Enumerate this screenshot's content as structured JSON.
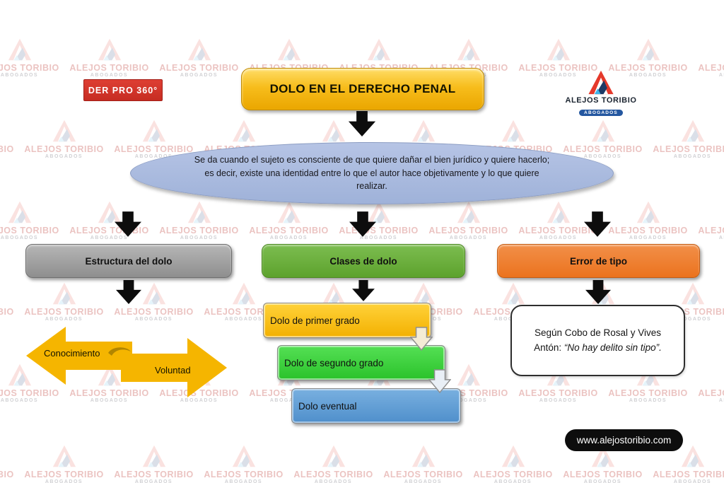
{
  "branding": {
    "der_pro_label": "DER PRO 360°",
    "logo_title": "ALEJOS TORIBIO",
    "logo_subtitle": "ABOGADOS",
    "watermark_line1": "ALEJOS TORIBIO",
    "watermark_line2": "ABOGADOS",
    "website": "www.alejostoribio.com"
  },
  "colors": {
    "title_gold": "#F2B40E",
    "definition_blue": "#A9BCDF",
    "branch_gray": "#9D9D9D",
    "branch_green": "#6CB33F",
    "branch_orange": "#ED7D31",
    "sub_yellow": "#FFC10A",
    "sub_green": "#33CC33",
    "sub_blue": "#5B9BD5",
    "double_arrow_gold": "#F5B500",
    "logo_red": "#E5392B",
    "logo_navy": "#1E3A66",
    "logo_light_blue": "#3FB3E8",
    "arrow_black": "#0D0D0D"
  },
  "diagram": {
    "title": "DOLO EN EL DERECHO PENAL",
    "definition": "Se da cuando el sujeto es consciente de que quiere dañar el bien jurídico y quiere hacerlo; es decir, existe una identidad entre lo que el autor hace objetivamente y lo que quiere realizar.",
    "branches": [
      {
        "id": "estructura",
        "label": "Estructura del dolo"
      },
      {
        "id": "clases",
        "label": "Clases de dolo"
      },
      {
        "id": "error_tipo",
        "label": "Error de tipo"
      }
    ],
    "estructura": {
      "knowledge_label": "Conocimiento",
      "will_label": "Voluntad"
    },
    "clases_items": [
      {
        "label": "Dolo de primer grado"
      },
      {
        "label": "Dolo de segundo grado"
      },
      {
        "label": "Dolo eventual"
      }
    ],
    "error_tipo_note": {
      "prefix": "Según Cobo de Rosal y Vives Antón: ",
      "quote": "“No hay delito sin tipo”."
    }
  }
}
